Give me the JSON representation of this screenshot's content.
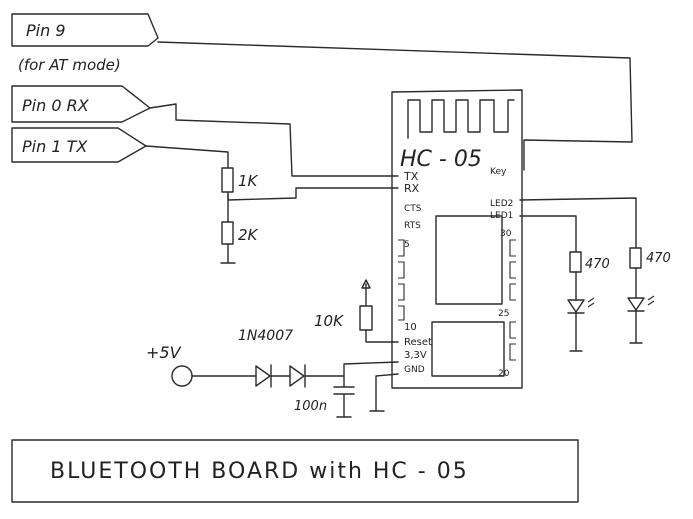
{
  "connectors": {
    "pin9": "Pin 9",
    "pin9_note": "(for AT mode)",
    "pin0": "Pin 0 RX",
    "pin1": "Pin 1 TX"
  },
  "module": {
    "name": "HC - 05",
    "left_pins": [
      "TX",
      "RX",
      "CTS",
      "RTS",
      "5",
      "10",
      "Reset",
      "3,3V",
      "GND"
    ],
    "right_pins": [
      "Key",
      "LED2",
      "LED1",
      "30",
      "25",
      "20"
    ]
  },
  "components": {
    "r1": "1K",
    "r2": "2K",
    "r_reset": "10K",
    "r_led1": "470",
    "r_led2": "470",
    "diodes": "1N4007",
    "cap": "100n",
    "supply": "+5V"
  },
  "title": "BLUETOOTH  BOARD  with  HC - 05"
}
